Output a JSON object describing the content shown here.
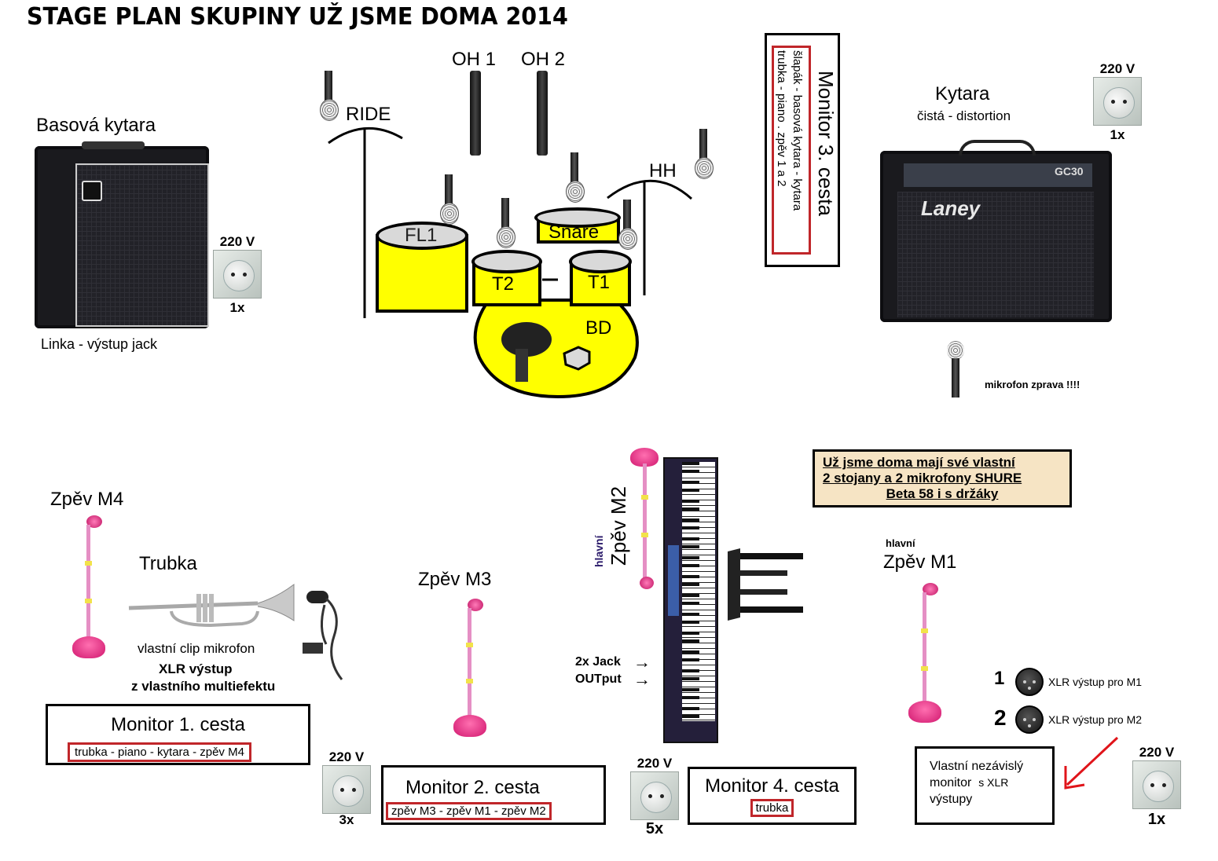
{
  "title": "STAGE PLAN SKUPINY UŽ JSME DOMA  2014",
  "bass": {
    "label": "Basová kytara",
    "note": "Linka - výstup jack",
    "power": {
      "voltage": "220 V",
      "count": "1x"
    }
  },
  "drums": {
    "ride": "RIDE",
    "oh1": "OH 1",
    "oh2": "OH 2",
    "hh": "HH",
    "fl1": "FL1",
    "snare": "Snare",
    "t2": "T2",
    "t1": "T1",
    "bd": "BD"
  },
  "monitor3": {
    "title": "Monitor 3. cesta",
    "line1": "šlapák - basová kytara - kytara",
    "line2": "trubka - piano   .  zpěv 1 a 2"
  },
  "guitar": {
    "label": "Kytara",
    "sub": "čistá - distortion",
    "amp_brand": "Laney",
    "amp_model": "GC30",
    "power": {
      "voltage": "220 V",
      "count": "1x"
    },
    "mic_note": "mikrofon zprava !!!!"
  },
  "vocal_m4": {
    "label": "Zpěv M4"
  },
  "trumpet": {
    "label": "Trubka",
    "note1": "vlastní clip mikrofon",
    "note2": "XLR výstup",
    "note3": "z vlastního multiefektu"
  },
  "monitor1": {
    "title": "Monitor 1. cesta",
    "mix": "trubka - piano - kytara - zpěv M4"
  },
  "power_left": {
    "voltage": "220 V",
    "count": "3x"
  },
  "vocal_m3": {
    "label": "Zpěv M3"
  },
  "monitor2": {
    "title": "Monitor 2. cesta",
    "mix": "zpěv M3 - zpěv M1 - zpěv M2"
  },
  "vocal_m2": {
    "prefix": "hlavní",
    "label": "Zpěv M2"
  },
  "keyboard": {
    "output_line1": "2x Jack",
    "output_line2": "OUTput"
  },
  "power_center": {
    "voltage": "220 V",
    "count": "5x"
  },
  "monitor4": {
    "title": "Monitor 4. cesta",
    "mix": "trubka"
  },
  "note_box": {
    "line1": "Už jsme doma mají své vlastní",
    "line2": "2 stojany a 2 mikrofony SHURE",
    "line3": "Beta 58 i s držáky"
  },
  "vocal_m1": {
    "prefix": "hlavní",
    "label": "Zpěv M1"
  },
  "xlr_outputs": [
    {
      "num": "1",
      "label": "XLR výstup pro M1"
    },
    {
      "num": "2",
      "label": "XLR výstup pro M2"
    }
  ],
  "own_monitor": {
    "line1": "Vlastní nezávislý",
    "line2a": "monitor",
    "line2b": "s XLR",
    "line3": "výstupy"
  },
  "power_right": {
    "voltage": "220 V",
    "count": "1x"
  },
  "colors": {
    "drum_yellow": "#ffff00",
    "mix_border_red": "#c0262a",
    "note_bg": "#f6e4c4",
    "arrow_red": "#e0141a"
  }
}
